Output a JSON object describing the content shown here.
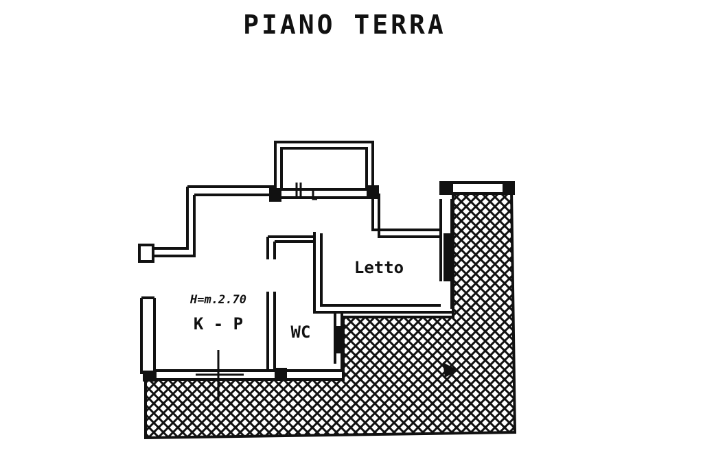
{
  "title": "PIANO TERRA",
  "rooms": {
    "letto": "Letto",
    "kp": "K - P",
    "wc": "WC"
  },
  "height_note": "H=m.2.70",
  "colors": {
    "ink": "#111111",
    "background": "#ffffff"
  }
}
